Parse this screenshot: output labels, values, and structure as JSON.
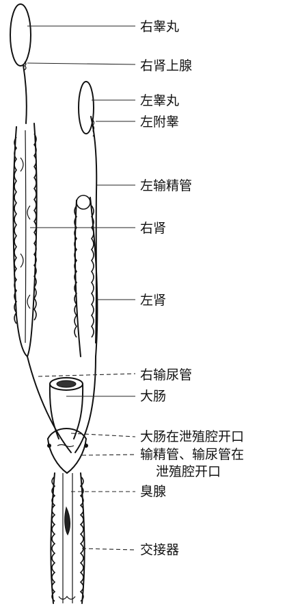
{
  "labels": {
    "right_testis": "右睾丸",
    "right_adrenal": "右肾上腺",
    "left_testis": "左睾丸",
    "left_epididymis": "左附睾",
    "left_vas_deferens": "左输精管",
    "right_kidney": "右肾",
    "left_kidney": "左肾",
    "right_ureter": "右输尿管",
    "large_intestine": "大肠",
    "intestine_cloaca_opening": "大肠在泄殖腔开口",
    "vas_ureter_opening_line1": "输精管、输尿管在",
    "vas_ureter_opening_line2": "泄殖腔开口",
    "musk_gland": "臭腺",
    "copulatory_organ": "交接器"
  }
}
